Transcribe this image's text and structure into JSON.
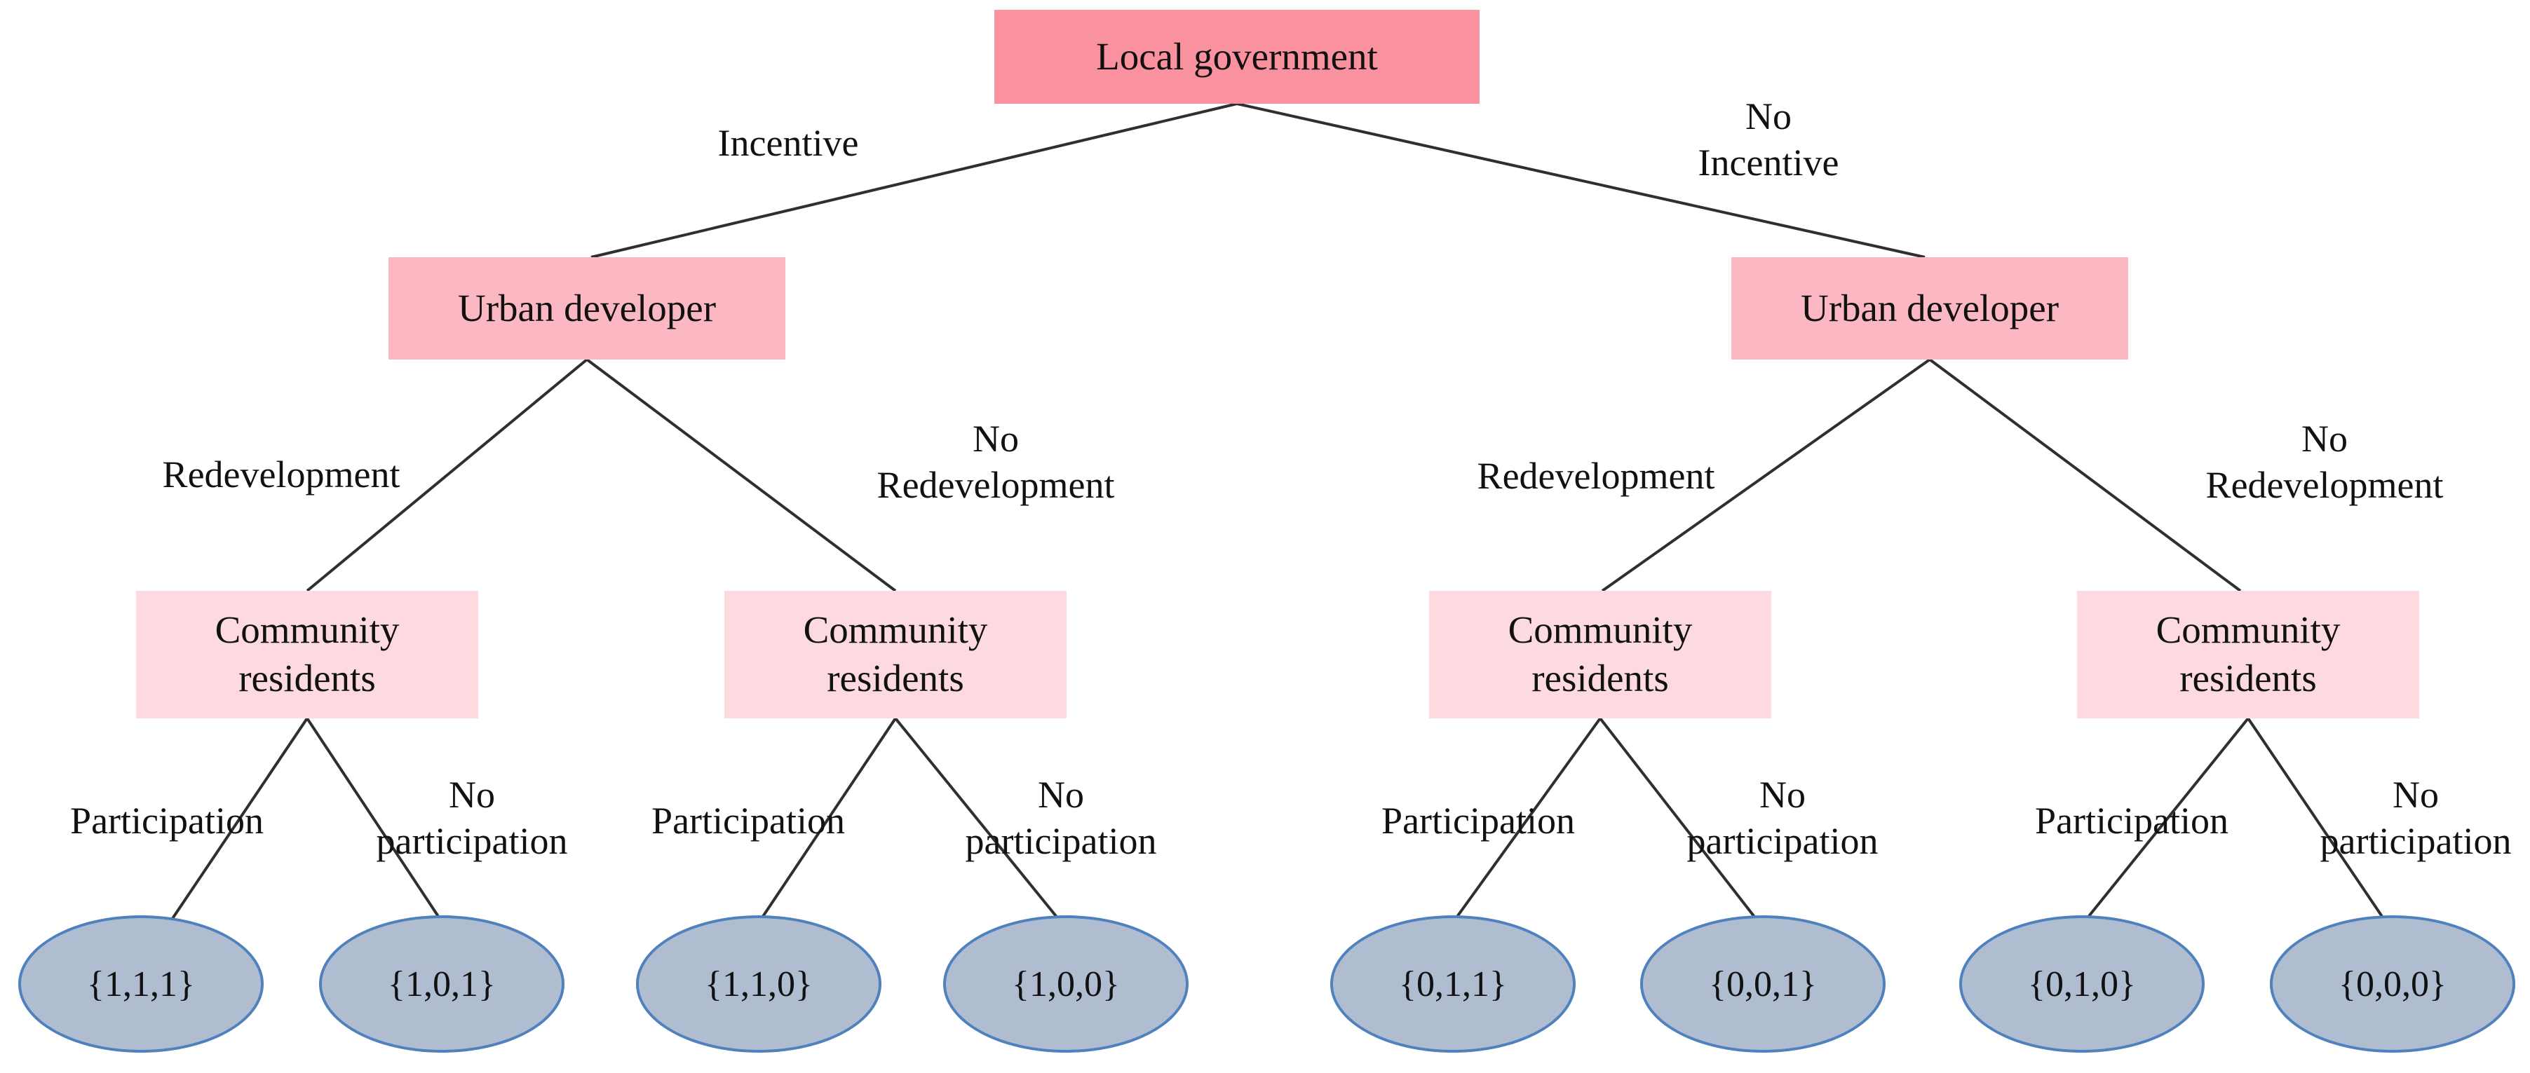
{
  "colors": {
    "root_fill": "#f9919e",
    "developer_fill": "#fbb8c2",
    "residents_fill": "#fcdae0",
    "leaf_fill": "#b0bdd1",
    "leaf_border": "#4f81bd",
    "line_color": "#2f2f2f",
    "text_color": "#111111"
  },
  "tree": {
    "root": {
      "label": "Local government"
    },
    "developers": [
      {
        "label": "Urban developer"
      },
      {
        "label": "Urban developer"
      }
    ],
    "residents": [
      {
        "label": "Community\nresidents"
      },
      {
        "label": "Community\nresidents"
      },
      {
        "label": "Community\nresidents"
      },
      {
        "label": "Community\nresidents"
      }
    ],
    "leaves": [
      {
        "value": "{1,1,1}"
      },
      {
        "value": "{1,0,1}"
      },
      {
        "value": "{1,1,0}"
      },
      {
        "value": "{1,0,0}"
      },
      {
        "value": "{0,1,1}"
      },
      {
        "value": "{0,0,1}"
      },
      {
        "value": "{0,1,0}"
      },
      {
        "value": "{0,0,0}"
      }
    ],
    "edges": {
      "level1": [
        {
          "label": "Incentive"
        },
        {
          "label": "No\nIncentive"
        }
      ],
      "level2": [
        {
          "label": "Redevelopment"
        },
        {
          "label": "No\nRedevelopment"
        },
        {
          "label": "Redevelopment"
        },
        {
          "label": "No\nRedevelopment"
        }
      ],
      "level3": [
        {
          "label": "Participation"
        },
        {
          "label": "No\nparticipation"
        },
        {
          "label": "Participation"
        },
        {
          "label": "No\nparticipation"
        },
        {
          "label": "Participation"
        },
        {
          "label": "No\nparticipation"
        },
        {
          "label": "Participation"
        },
        {
          "label": "No\nparticipation"
        }
      ]
    }
  }
}
